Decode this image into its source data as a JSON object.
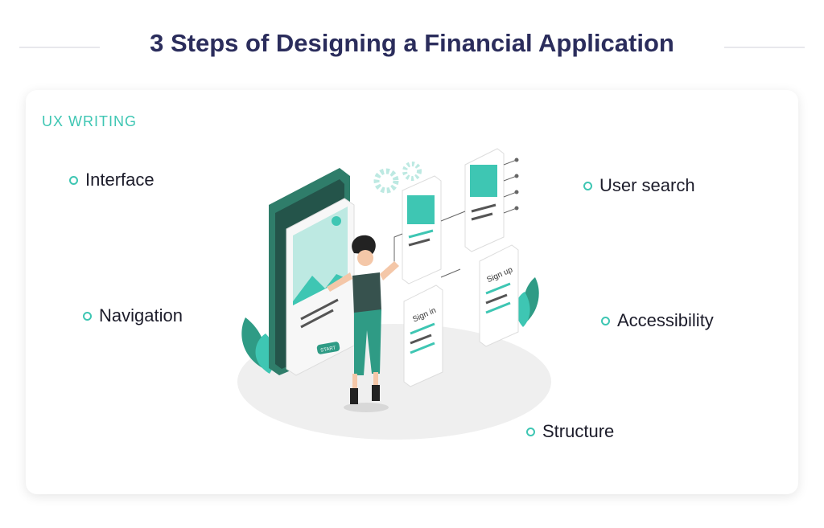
{
  "header": {
    "title": "3 Steps of Designing a Financial Application"
  },
  "section": {
    "label": "UX WRITING"
  },
  "items": [
    {
      "label": "Interface"
    },
    {
      "label": "Navigation"
    },
    {
      "label": "User search"
    },
    {
      "label": "Accessibility"
    },
    {
      "label": "Structure"
    }
  ],
  "illustration": {
    "start_button": "START",
    "sign_in": "Sign in",
    "sign_up": "Sign up"
  },
  "colors": {
    "accent": "#3ec6b3",
    "title": "#2b2d5c",
    "dark_green": "#2f7d6a",
    "light_teal": "#bde9e2"
  }
}
